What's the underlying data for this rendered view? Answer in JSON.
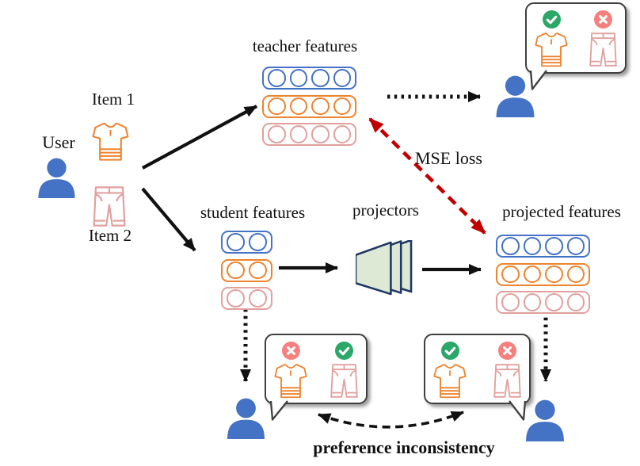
{
  "labels": {
    "user": "User",
    "item1": "Item 1",
    "item2": "Item 2",
    "teacher_features": "teacher features",
    "student_features": "student features",
    "projectors": "projectors",
    "projected_features": "projected features",
    "mse_loss": "MSE loss",
    "preference_inconsistency": "preference inconsistency"
  },
  "colors": {
    "person_blue": "#4472C4",
    "feature_blue": "#4472C4",
    "feature_orange": "#ED832E",
    "feature_pink": "#E0A09E",
    "mse_arrow_red": "#C00000",
    "check_green": "#2BA768",
    "cross_red": "#F5807E",
    "projector_fill": "#DDE9D4",
    "projector_stroke": "#1F3864",
    "bubble_border": "#3F3F3F",
    "arrow_black": "#111111",
    "background": "#FFFFFF"
  },
  "features": {
    "teacher": {
      "rows": [
        {
          "color": "#4472C4",
          "circles": 4
        },
        {
          "color": "#ED832E",
          "circles": 4
        },
        {
          "color": "#E0A09E",
          "circles": 4
        }
      ]
    },
    "student": {
      "rows": [
        {
          "color": "#4472C4",
          "circles": 2
        },
        {
          "color": "#ED832E",
          "circles": 2
        },
        {
          "color": "#E0A09E",
          "circles": 2
        }
      ]
    },
    "projected": {
      "rows": [
        {
          "color": "#4472C4",
          "circles": 4
        },
        {
          "color": "#ED832E",
          "circles": 4
        },
        {
          "color": "#E0A09E",
          "circles": 4
        }
      ]
    }
  },
  "bubbles": {
    "teacher": {
      "item1": "accept",
      "item2": "reject"
    },
    "student": {
      "item1": "reject",
      "item2": "accept"
    },
    "projected": {
      "item1": "accept",
      "item2": "reject"
    }
  },
  "icons": {
    "user": "person-silhouette",
    "item1": "polo-shirt-outline",
    "item2": "pants-outline",
    "accept": "check-circle",
    "reject": "x-circle",
    "projectors": "stacked-trapezoid-projectors"
  }
}
